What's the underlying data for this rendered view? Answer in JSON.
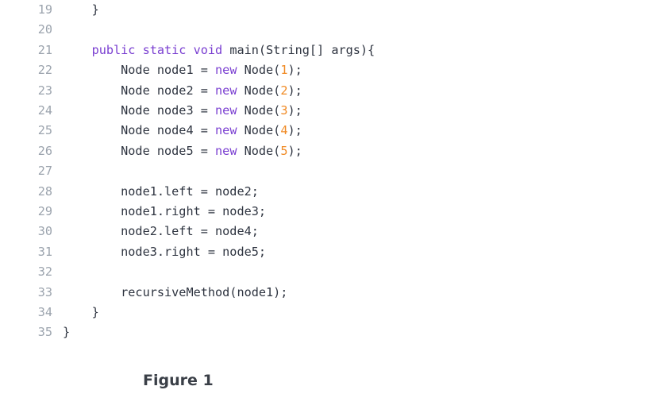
{
  "colors": {
    "background": "#ffffff",
    "line_number": "#9ba3ad",
    "plain_text": "#2e3440",
    "keyword": "#7a3fd1",
    "number_literal": "#f08a24",
    "caption": "#3a3f47"
  },
  "code": {
    "lines": [
      {
        "number": "19",
        "tokens": [
          {
            "text": "    }",
            "type": "plain"
          }
        ]
      },
      {
        "number": "20",
        "tokens": []
      },
      {
        "number": "21",
        "tokens": [
          {
            "text": "    ",
            "type": "plain"
          },
          {
            "text": "public static void",
            "type": "kw"
          },
          {
            "text": " main(String[] args){",
            "type": "plain"
          }
        ]
      },
      {
        "number": "22",
        "tokens": [
          {
            "text": "        Node node1 = ",
            "type": "plain"
          },
          {
            "text": "new",
            "type": "kw"
          },
          {
            "text": " Node(",
            "type": "plain"
          },
          {
            "text": "1",
            "type": "num"
          },
          {
            "text": ");",
            "type": "plain"
          }
        ]
      },
      {
        "number": "23",
        "tokens": [
          {
            "text": "        Node node2 = ",
            "type": "plain"
          },
          {
            "text": "new",
            "type": "kw"
          },
          {
            "text": " Node(",
            "type": "plain"
          },
          {
            "text": "2",
            "type": "num"
          },
          {
            "text": ");",
            "type": "plain"
          }
        ]
      },
      {
        "number": "24",
        "tokens": [
          {
            "text": "        Node node3 = ",
            "type": "plain"
          },
          {
            "text": "new",
            "type": "kw"
          },
          {
            "text": " Node(",
            "type": "plain"
          },
          {
            "text": "3",
            "type": "num"
          },
          {
            "text": ");",
            "type": "plain"
          }
        ]
      },
      {
        "number": "25",
        "tokens": [
          {
            "text": "        Node node4 = ",
            "type": "plain"
          },
          {
            "text": "new",
            "type": "kw"
          },
          {
            "text": " Node(",
            "type": "plain"
          },
          {
            "text": "4",
            "type": "num"
          },
          {
            "text": ");",
            "type": "plain"
          }
        ]
      },
      {
        "number": "26",
        "tokens": [
          {
            "text": "        Node node5 = ",
            "type": "plain"
          },
          {
            "text": "new",
            "type": "kw"
          },
          {
            "text": " Node(",
            "type": "plain"
          },
          {
            "text": "5",
            "type": "num"
          },
          {
            "text": ");",
            "type": "plain"
          }
        ]
      },
      {
        "number": "27",
        "tokens": []
      },
      {
        "number": "28",
        "tokens": [
          {
            "text": "        node1.left = node2;",
            "type": "plain"
          }
        ]
      },
      {
        "number": "29",
        "tokens": [
          {
            "text": "        node1.right = node3;",
            "type": "plain"
          }
        ]
      },
      {
        "number": "30",
        "tokens": [
          {
            "text": "        node2.left = node4;",
            "type": "plain"
          }
        ]
      },
      {
        "number": "31",
        "tokens": [
          {
            "text": "        node3.right = node5;",
            "type": "plain"
          }
        ]
      },
      {
        "number": "32",
        "tokens": []
      },
      {
        "number": "33",
        "tokens": [
          {
            "text": "        recursiveMethod(node1);",
            "type": "plain"
          }
        ]
      },
      {
        "number": "34",
        "tokens": [
          {
            "text": "    }",
            "type": "plain"
          }
        ]
      },
      {
        "number": "35",
        "tokens": [
          {
            "text": "}",
            "type": "plain"
          }
        ]
      }
    ]
  },
  "caption": {
    "text": "Figure 1"
  }
}
